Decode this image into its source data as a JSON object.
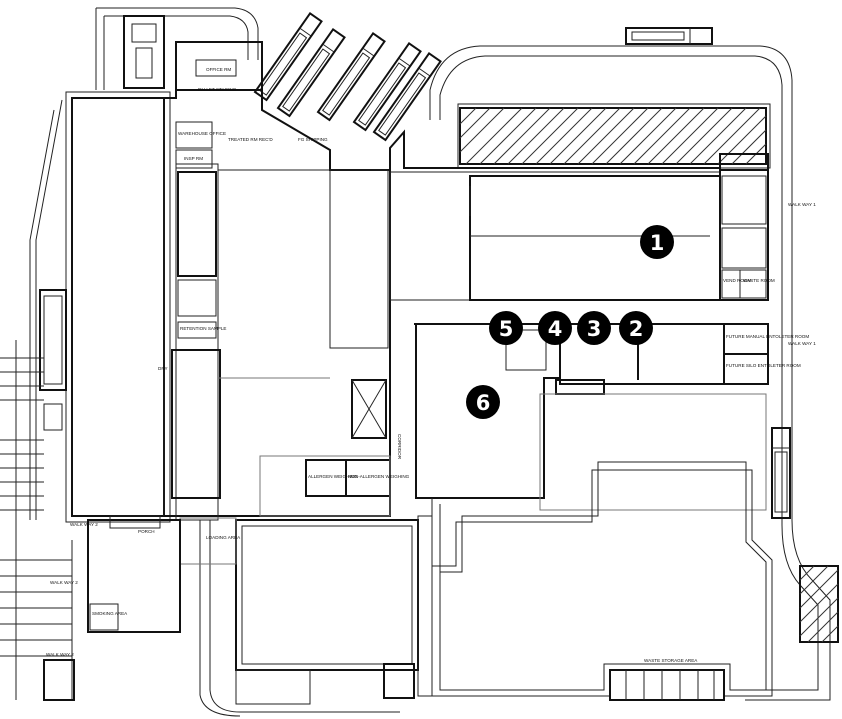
{
  "floor_plan": {
    "room_labels": {
      "office_rm": "OFFICE RM",
      "pallet_staging": "PALLET STAGING",
      "treated_rm_recd": "TREATED RM REC'D",
      "fg_shipping": "FG SHIPPING",
      "warehouse_office": "WAREHOUSE OFFICE",
      "insp_rm": "INSP RM",
      "retention_sample": "RETENTION SAMPLE",
      "corridor": "CORRIDOR",
      "allergen_weighing": "ALLERGEN WEIGHING",
      "non_allergen_weighing": "NON-ALLERGEN WEIGHING",
      "loading_area": "LOADING AREA",
      "porch": "PORCH",
      "smoking_area": "SMOKING AREA",
      "waste_storage_area": "WASTE STORAGE AREA",
      "future_manual_entoleter_room": "FUTURE MANUAL ENTOLETER ROOM",
      "future_silo_entoleter_room": "FUTURE SILO ENTOLETER ROOM",
      "waste_room": "WASTE ROOM",
      "vend_room": "VEND ROOM",
      "dry": "DRY"
    },
    "walkway_labels": {
      "walk_way_1_top": "WALK WAY 1",
      "walk_way_1_mid": "WALK WAY 1",
      "walk_way_2_porch": "WALK WAY 2",
      "walk_way_2_west": "WALK WAY 2",
      "walk_way_2_bottom": "WALK WAY 2"
    },
    "markers": [
      "1",
      "2",
      "3",
      "4",
      "5",
      "6"
    ]
  }
}
